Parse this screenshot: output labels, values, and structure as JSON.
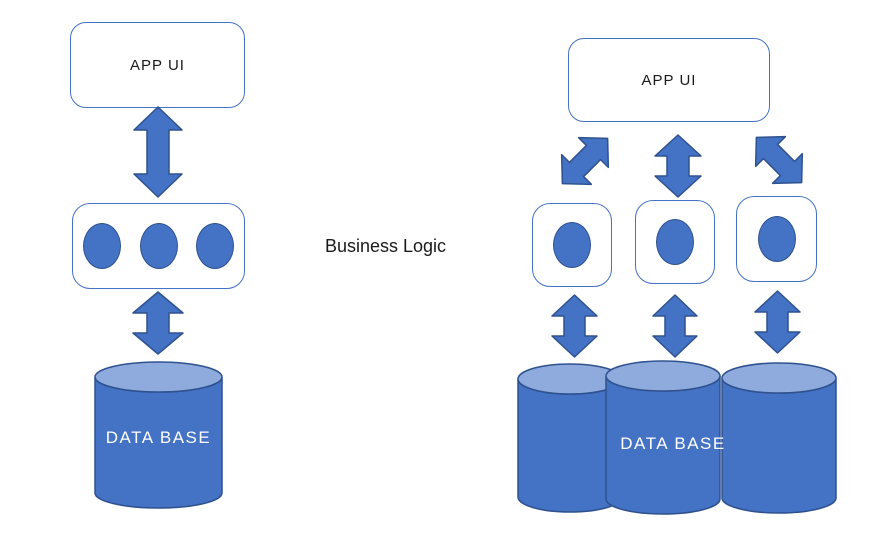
{
  "colors": {
    "shape_fill": "#4472C4",
    "shape_outline": "#2F528F",
    "cylinder_top": "#8FAADC",
    "box_border": "#4472C4",
    "text_dark": "#1a1a1a",
    "text_light": "#ffffff",
    "background": "#ffffff"
  },
  "left_diagram": {
    "app_ui_label": "APP UI",
    "logic_circle_count": 3,
    "database_label": "DATA BASE",
    "database_cylinder_count": 1
  },
  "center": {
    "business_logic_label": "Business Logic"
  },
  "right_diagram": {
    "app_ui_label": "APP UI",
    "logic_box_count": 3,
    "database_label": "DATA BASE",
    "database_cylinder_count": 3
  }
}
